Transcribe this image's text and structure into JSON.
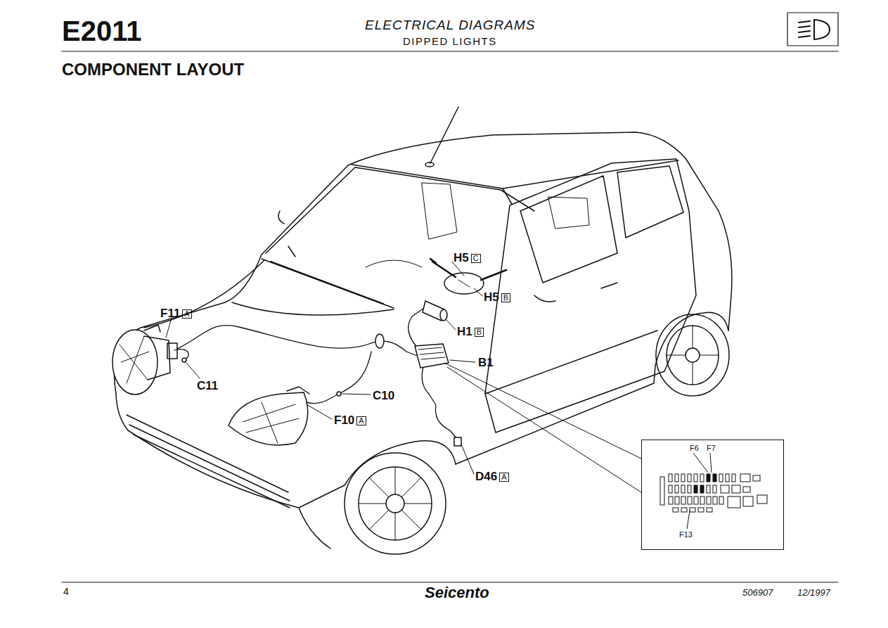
{
  "diagram": {
    "title": "E2011",
    "nodes": [
      {
        "text": [
          "F6",
          "F7",
          "F13"
        ]
      }
    ],
    "labels": [
      "ELECTRICAL DIAGRAMS",
      "DIPPED LIGHTS",
      "COMPONENT LAYOUT",
      "H5",
      "C",
      "H5",
      "B",
      "H1",
      "B",
      "F11",
      "A",
      "C11",
      "C10",
      "F10",
      "A",
      "B1",
      "D46",
      "A",
      "4",
      "Seicento",
      "506907",
      "12/1997"
    ]
  }
}
